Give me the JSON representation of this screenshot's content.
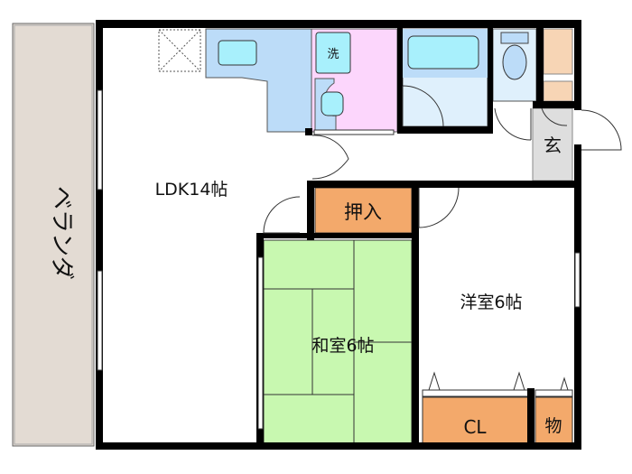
{
  "rooms": {
    "veranda": "ベランダ",
    "ldk": "LDK14帖",
    "washing": "洗",
    "genkan": "玄",
    "oshiire": "押入",
    "washitsu": "和室6帖",
    "youshitsu": "洋室6帖",
    "closet": "CL",
    "storage": "物"
  },
  "colors": {
    "wall": "#000000",
    "veranda": "#e3dbd3",
    "kitchen": "#bcdcf8",
    "fixture": "#a8f0fc",
    "washroom": "#fcd6fc",
    "bath": "#dff0fc",
    "storage": "#f3a96b",
    "shoe_storage": "#f7d5b5",
    "genkan": "#dedede",
    "tatami": "#c8f8b0"
  }
}
